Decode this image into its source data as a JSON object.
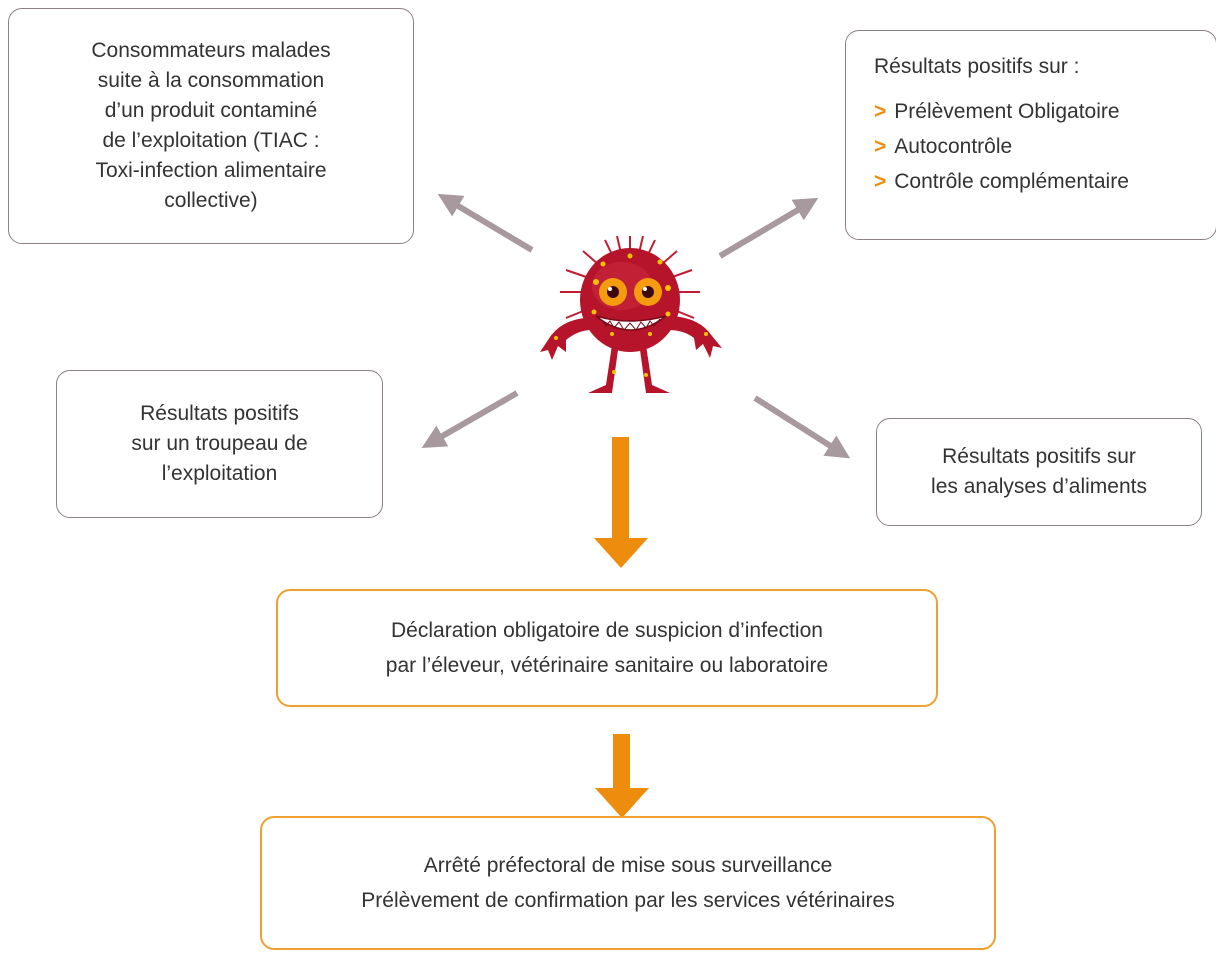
{
  "boxes": {
    "tiac": {
      "lines": [
        "Consommateurs malades",
        "suite à la consommation",
        "d’un produit contaminé",
        "de l’exploitation (TIAC :",
        "Toxi-infection alimentaire",
        "collective)"
      ]
    },
    "results_list": {
      "intro": "Résultats positifs sur :",
      "items": [
        "Prélèvement Obligatoire",
        "Autocontrôle",
        "Contrôle complémentaire"
      ]
    },
    "herd": {
      "lines": [
        "Résultats positifs",
        "sur un troupeau de",
        "l’exploitation"
      ]
    },
    "food": {
      "lines": [
        "Résultats positifs sur",
        "les analyses d’aliments"
      ]
    },
    "declaration": {
      "lines": [
        "Déclaration obligatoire de suspicion d’infection",
        "par l’éleveur, vétérinaire sanitaire ou laboratoire"
      ]
    },
    "arrete": {
      "lines": [
        "Arrêté préfectoral de mise sous surveillance",
        "Prélèvement de confirmation par les services vétérinaires"
      ]
    }
  },
  "bullet_symbol": ">",
  "colors": {
    "gray_border": "#8c7f86",
    "orange_border": "#f0a030",
    "orange_arrow": "#ee8c0e",
    "gray_arrow": "#a8999e",
    "microbe_body": "#b5142a",
    "microbe_spots": "#f2c200"
  },
  "illustration": "microbe-mascot"
}
